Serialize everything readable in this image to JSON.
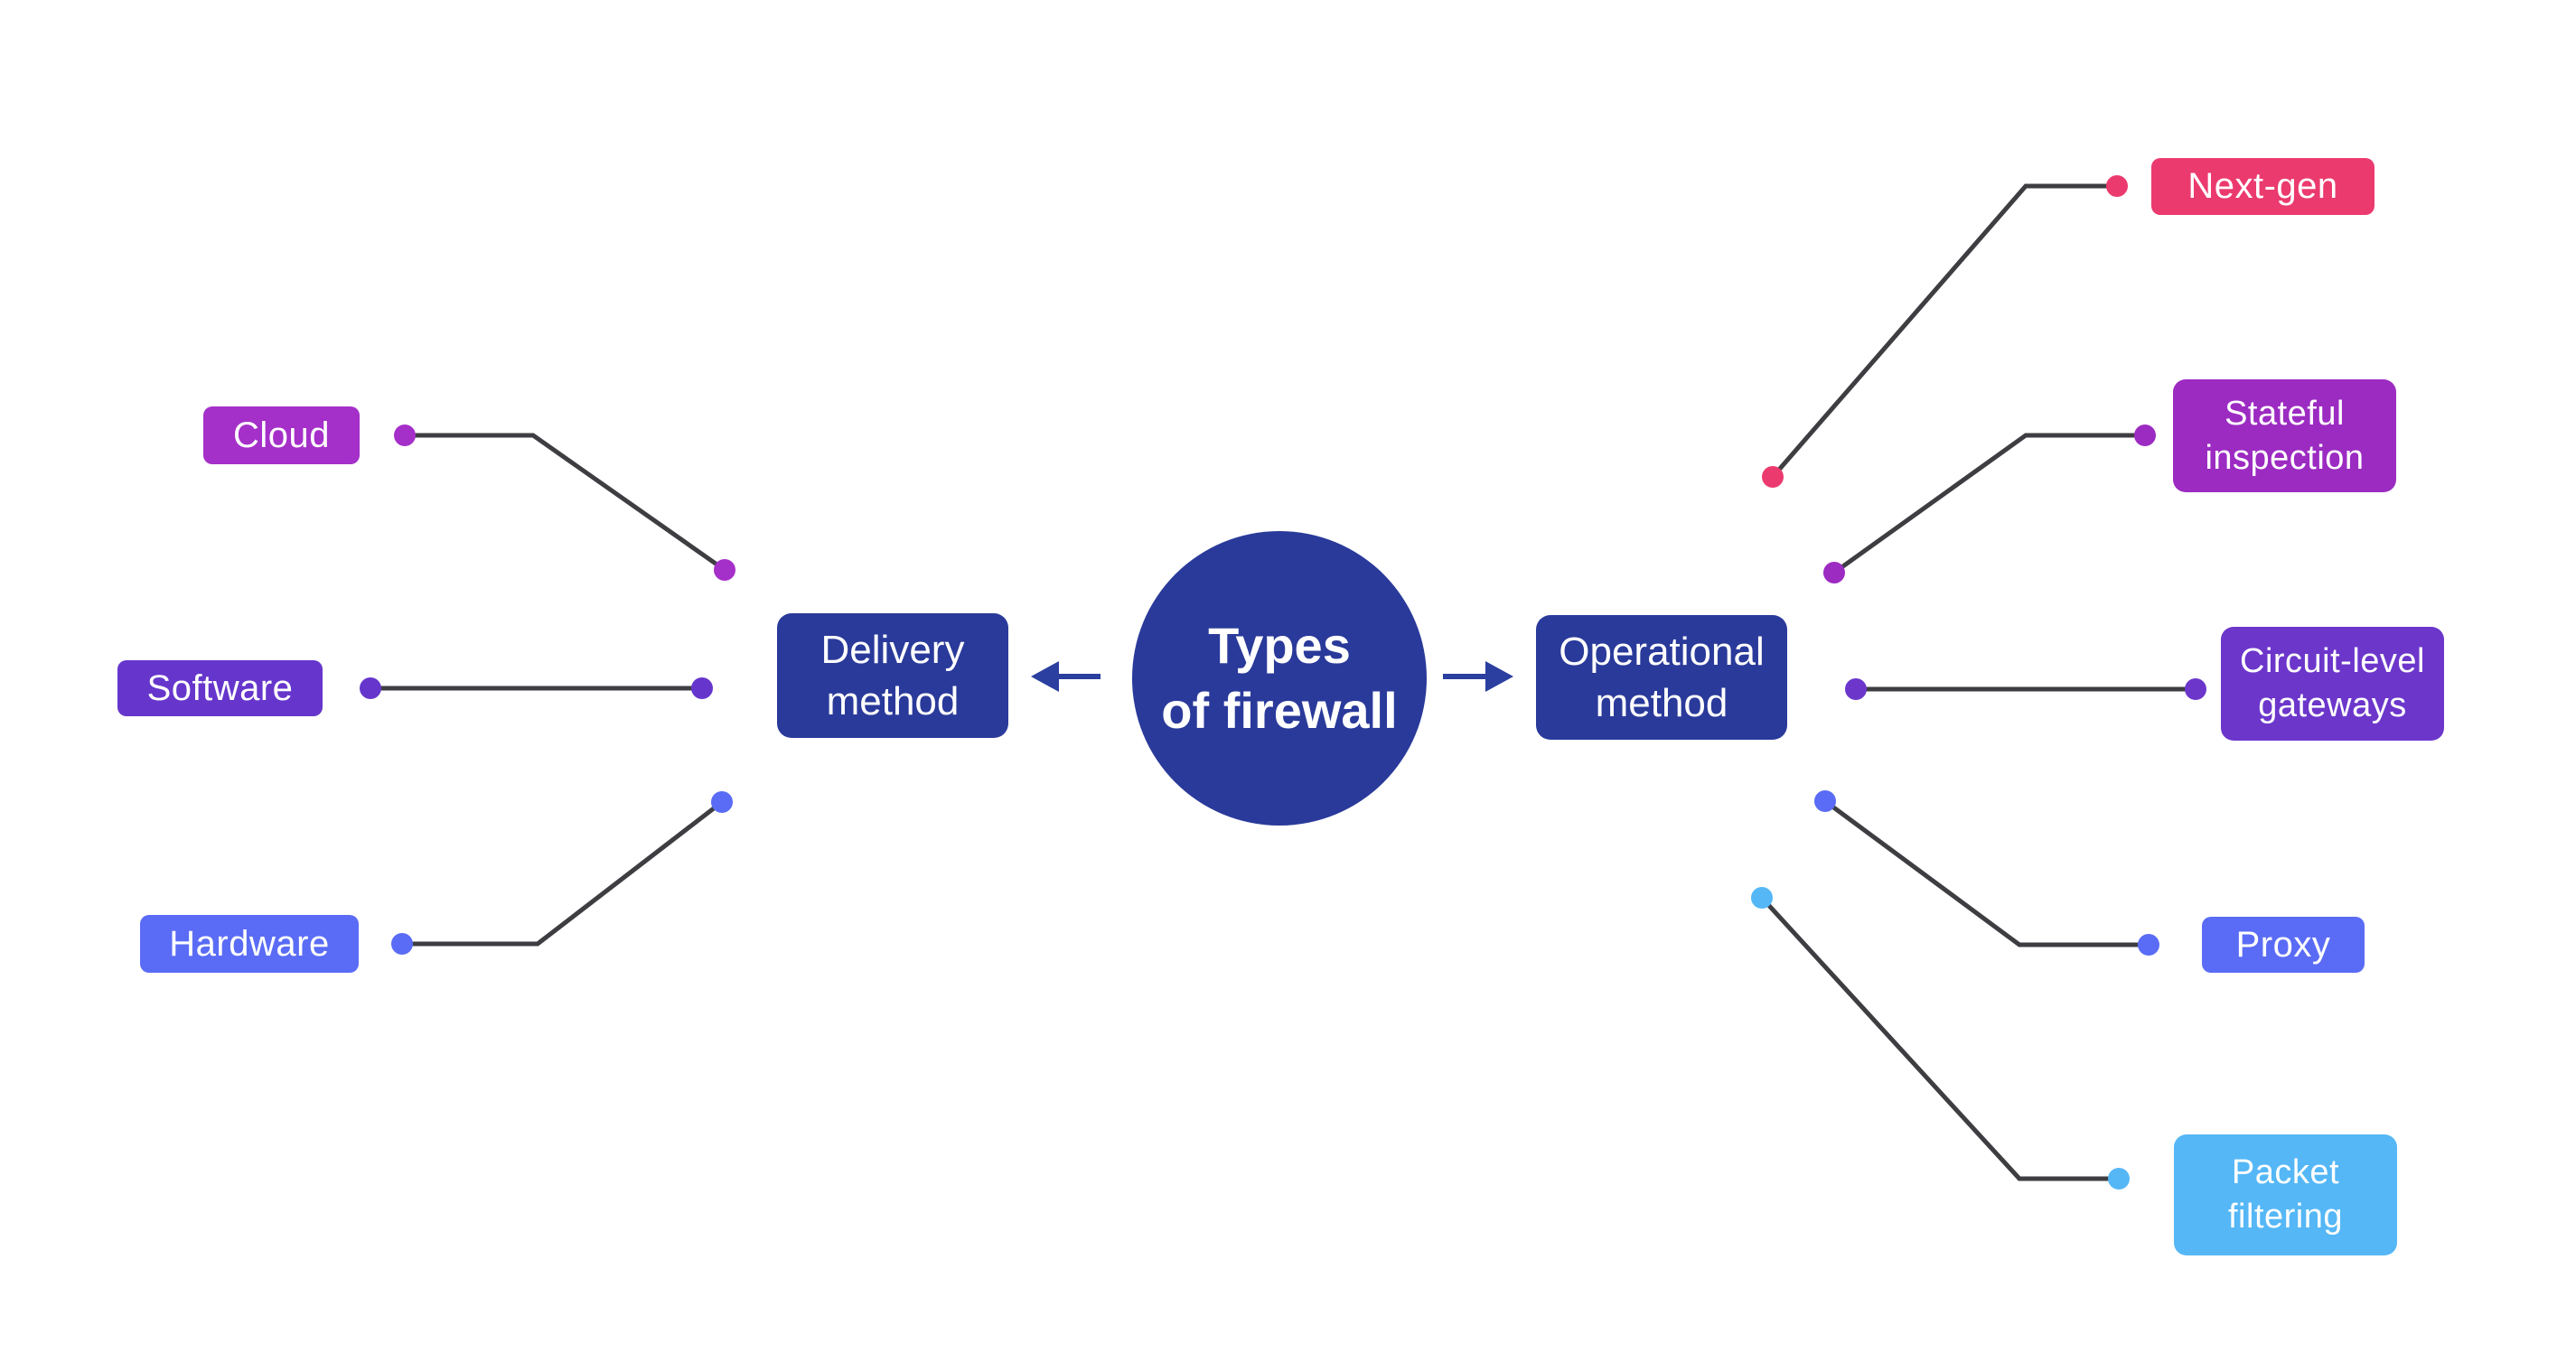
{
  "diagram": {
    "center": {
      "line1": "Types",
      "line2": "of firewall"
    },
    "branches": {
      "delivery": {
        "line1": "Delivery",
        "line2": "method"
      },
      "operational": {
        "line1": "Operational",
        "line2": "method"
      }
    },
    "leaves": {
      "cloud": {
        "label": "Cloud"
      },
      "software": {
        "label": "Software"
      },
      "hardware": {
        "label": "Hardware"
      },
      "nextgen": {
        "label": "Next-gen"
      },
      "stateful": {
        "line1": "Stateful",
        "line2": "inspection"
      },
      "circuit": {
        "line1": "Circuit-level",
        "line2": "gateways"
      },
      "proxy": {
        "label": "Proxy"
      },
      "packet": {
        "line1": "Packet",
        "line2": "filtering"
      }
    }
  },
  "icons": {
    "arrow_left": "left-arrow",
    "arrow_right": "right-arrow"
  },
  "colors": {
    "background": "#ffffff",
    "primary_blue": "#2A3A9A",
    "arrow_blue": "#2A3F9F",
    "connector_gray": "#3E3E42",
    "cloud_magenta": "#A52FC9",
    "software_violet": "#6636CC",
    "hardware_periwinkle": "#5A6CF5",
    "nextgen_pink": "#EB3A6E",
    "stateful_purple": "#9C2BC2",
    "circuit_violet": "#6C36CB",
    "proxy_periwinkle": "#5A6CF5",
    "packet_skyblue": "#55B7F6"
  }
}
